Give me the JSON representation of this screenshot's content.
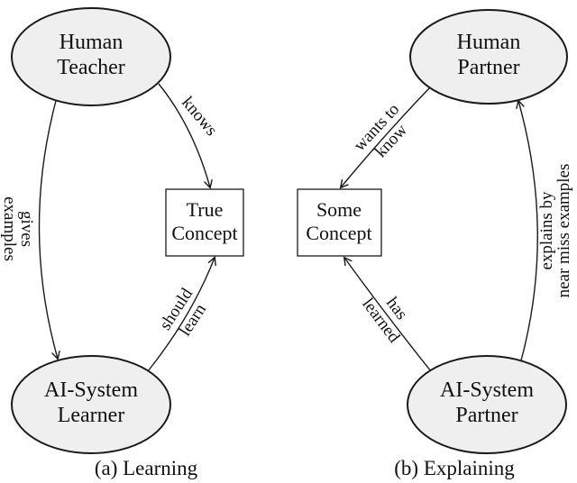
{
  "diagram": {
    "left": {
      "teacher": {
        "line1": "Human",
        "line2": "Teacher"
      },
      "learner": {
        "line1": "AI-System",
        "line2": "Learner"
      },
      "concept": {
        "line1": "True",
        "line2": "Concept"
      },
      "edge_knows": {
        "label": "knows"
      },
      "edge_gives": {
        "line1": "gives",
        "line2": "examples"
      },
      "edge_should": {
        "line1": "should",
        "line2": "learn"
      },
      "caption": "(a) Learning"
    },
    "right": {
      "human_partner": {
        "line1": "Human",
        "line2": "Partner"
      },
      "ai_partner": {
        "line1": "AI-System",
        "line2": "Partner"
      },
      "concept": {
        "line1": "Some",
        "line2": "Concept"
      },
      "edge_wants": {
        "line1": "wants to",
        "line2": "know"
      },
      "edge_has": {
        "line1": "has",
        "line2": "learned"
      },
      "edge_explains": {
        "line1": "explains by",
        "line2": "near miss examples"
      },
      "caption": "(b) Explaining"
    },
    "colors": {
      "node_fill": "#efefef",
      "stroke": "#1a1a1a",
      "background": "#ffffff"
    }
  }
}
